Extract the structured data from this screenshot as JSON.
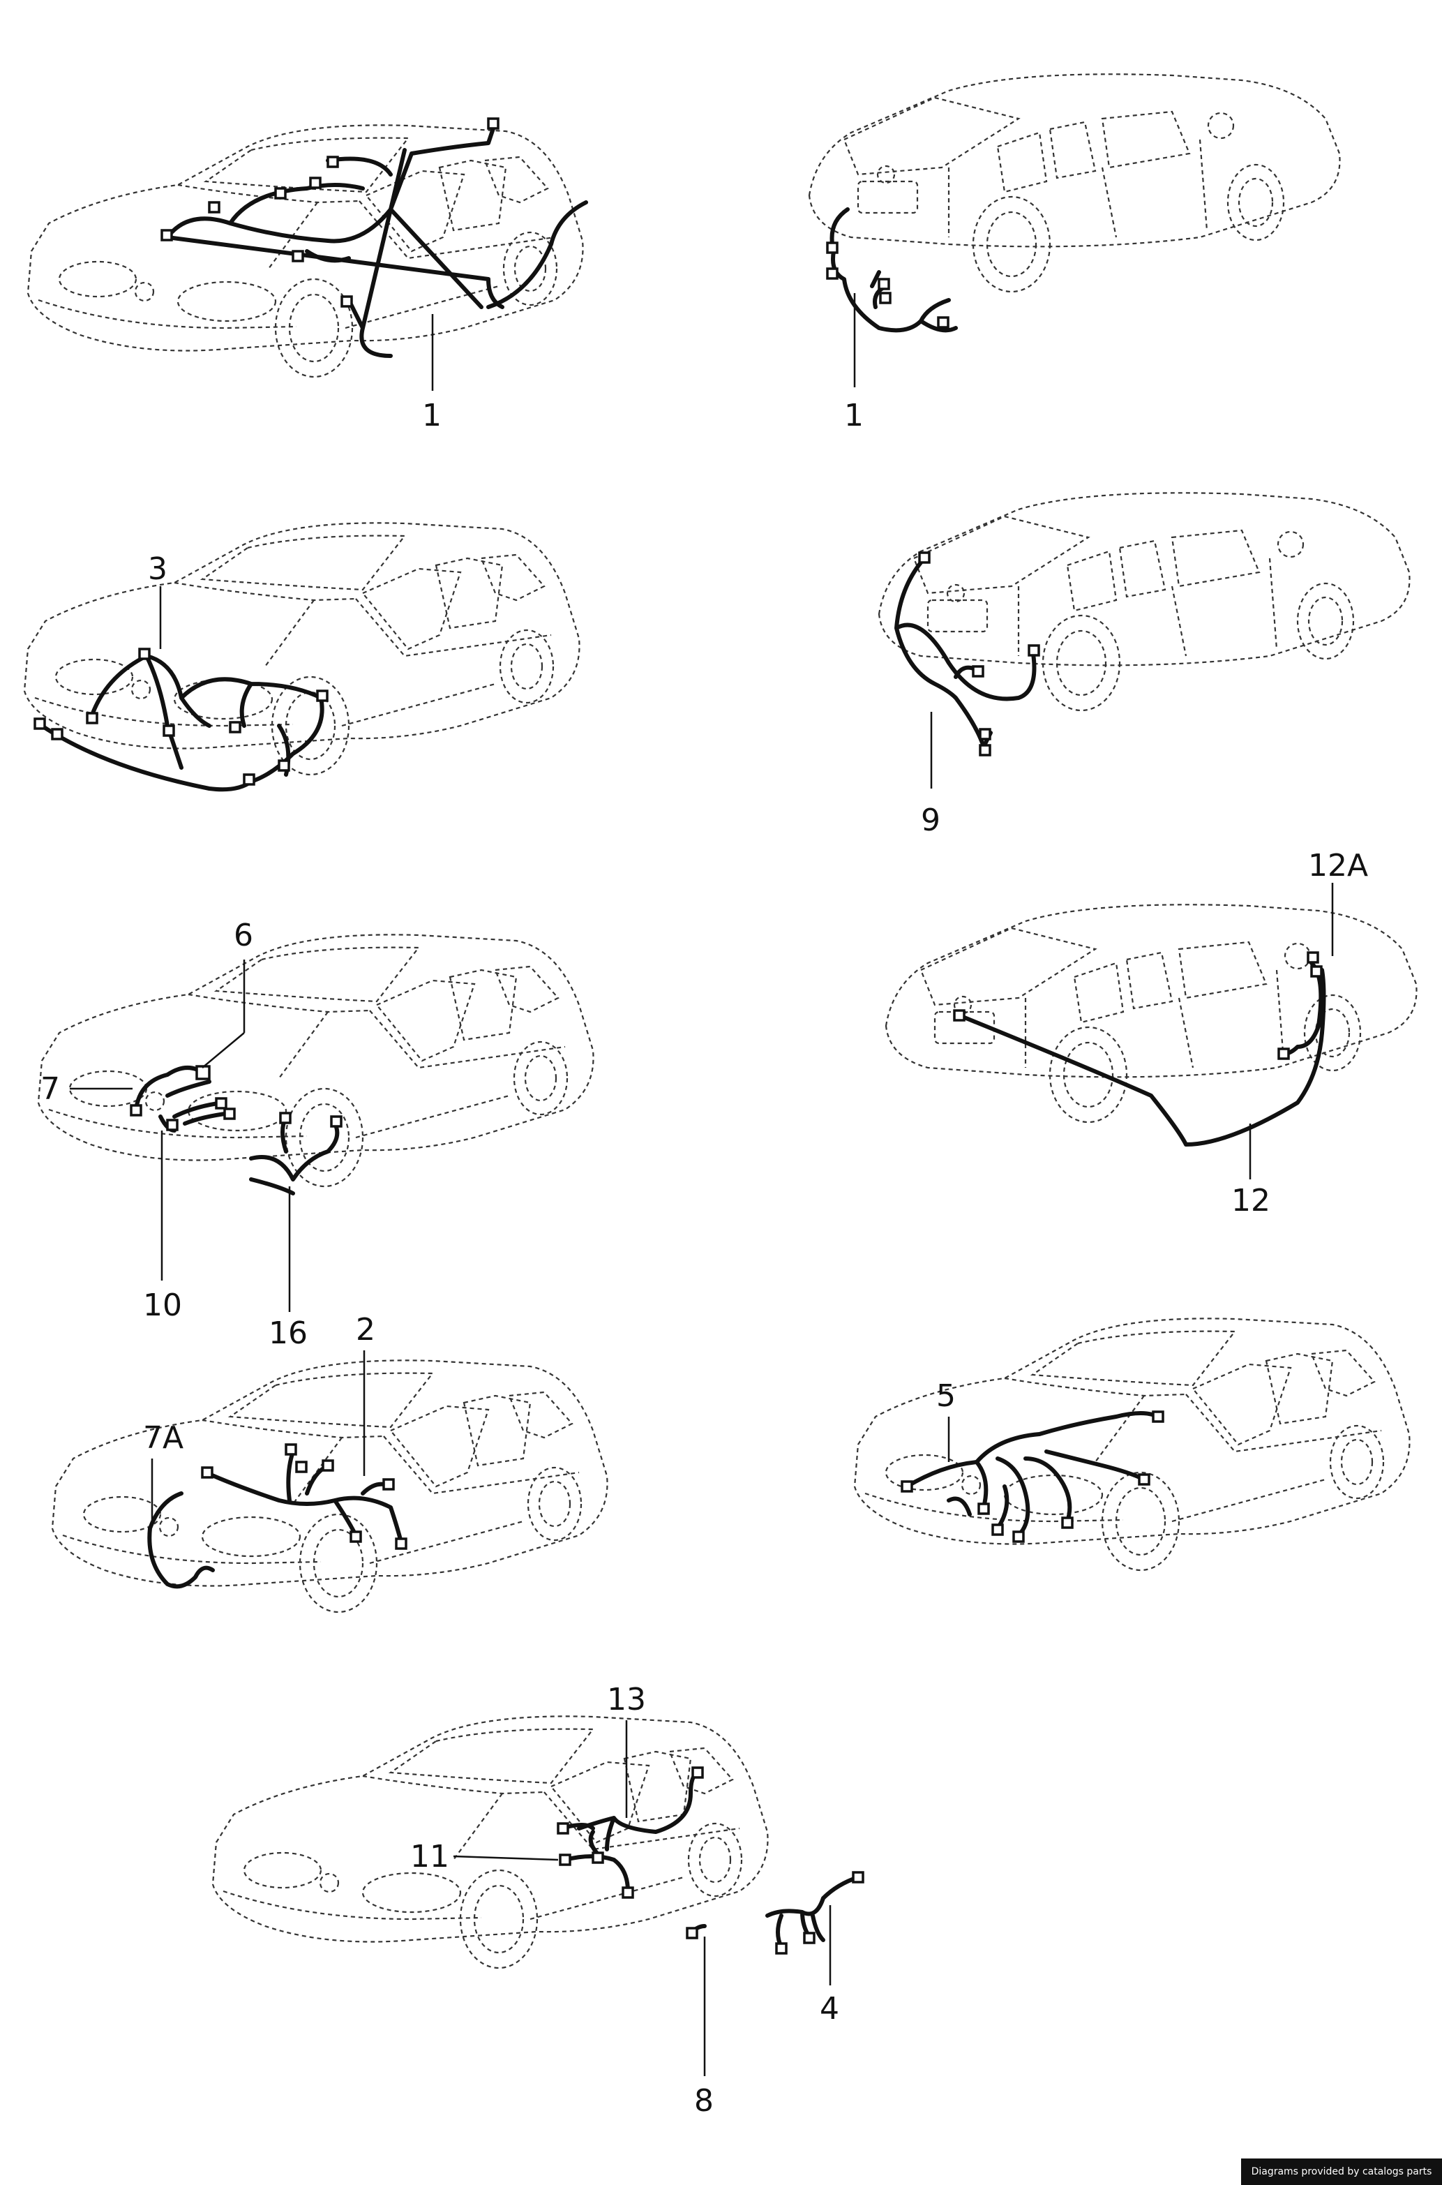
{
  "diagram": {
    "background": "#ffffff",
    "line_color": "#333333",
    "harness_color": "#111111",
    "callouts": {
      "top_left": "1",
      "top_right": "1",
      "row2_left": "3",
      "row2_right": "9",
      "row3_left_a": "6",
      "row3_left_b": "7",
      "row3_left_c": "10",
      "row3_left_d": "16",
      "row3_right_a": "12A",
      "row3_right_b": "12",
      "row4_left_a": "2",
      "row4_left_b": "7A",
      "row4_right": "5",
      "bottom_a": "13",
      "bottom_b": "11",
      "bottom_c": "4",
      "bottom_d": "8"
    }
  },
  "footer": {
    "credit": "Diagrams provided by catalogs parts"
  }
}
